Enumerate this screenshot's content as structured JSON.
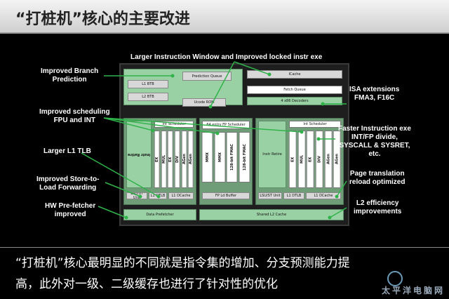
{
  "title": "“打桩机”核心的主要改进",
  "callouts": {
    "top": "Larger Instruction Window and Improved locked instr exe",
    "branch": [
      "Improved Branch",
      "Prediction"
    ],
    "sched": [
      "Improved scheduling",
      "FPU and INT"
    ],
    "tlb": "Larger L1 TLB",
    "store": [
      "Improved Store-to-",
      "Load Forwarding"
    ],
    "prefetch": [
      "HW Pre-fetcher",
      "improved"
    ],
    "isa": [
      "ISA extensions",
      "FMA3, F16C"
    ],
    "faster": [
      "Faster Instruction exe",
      "INT/FP divide,",
      "SYSCALL & SYSRET,",
      "etc."
    ],
    "pagetr": [
      "Page translation",
      "reload optimized"
    ],
    "l2": [
      "L2 efficiency",
      "improvements"
    ]
  },
  "blocks": {
    "prediction_queue": "Prediction Queue",
    "l1_btb": "L1 BTB",
    "l2_btb": "L2 BTB",
    "ucode_rom": "Ucode ROM",
    "icache": "ICache",
    "fetch_queue": "Fetch Queue",
    "x86_decoders": "4 x86 Decoders",
    "int_sched_left": "Int Scheduler",
    "fp_sched": "64 entry FP Scheduler",
    "int_sched_right": "Int Scheduler",
    "instr_retire_left": "Instr Retire",
    "instr_retire_right": "Instr Retire",
    "exec_left": [
      "EX",
      "MUL",
      "EX",
      "DIV",
      "AGen",
      "AGen"
    ],
    "fp_units": [
      "MMX",
      "MMX",
      "128-bit FMAC",
      "128-bit FMAC"
    ],
    "exec_right": [
      "EX",
      "MUL",
      "EX",
      "DIV",
      "AGen",
      "AGen"
    ],
    "lsu_left": "LSU/ST Unit",
    "l1_dtlb_left": "L1 DTLB",
    "l1_dcache_left": "L1 DCache",
    "fp_ld_buffer": "FP Ld Buffer",
    "lsu_right": "LSU/ST Unit",
    "l1_dtlb_right": "L1 DTLB",
    "l1_dcache_right": "L1 DCache",
    "data_prefetcher": "Data Prefetcher",
    "shared_l2": "Shared L2 Cache"
  },
  "caption": {
    "line1": "“打桩机”核心最明显的不同就是指令集的增加、分支预测能力提",
    "line2": "高，此外对一级、二级缓存也进行了针对性的优化"
  },
  "watermark": "太平洋电脑网"
}
